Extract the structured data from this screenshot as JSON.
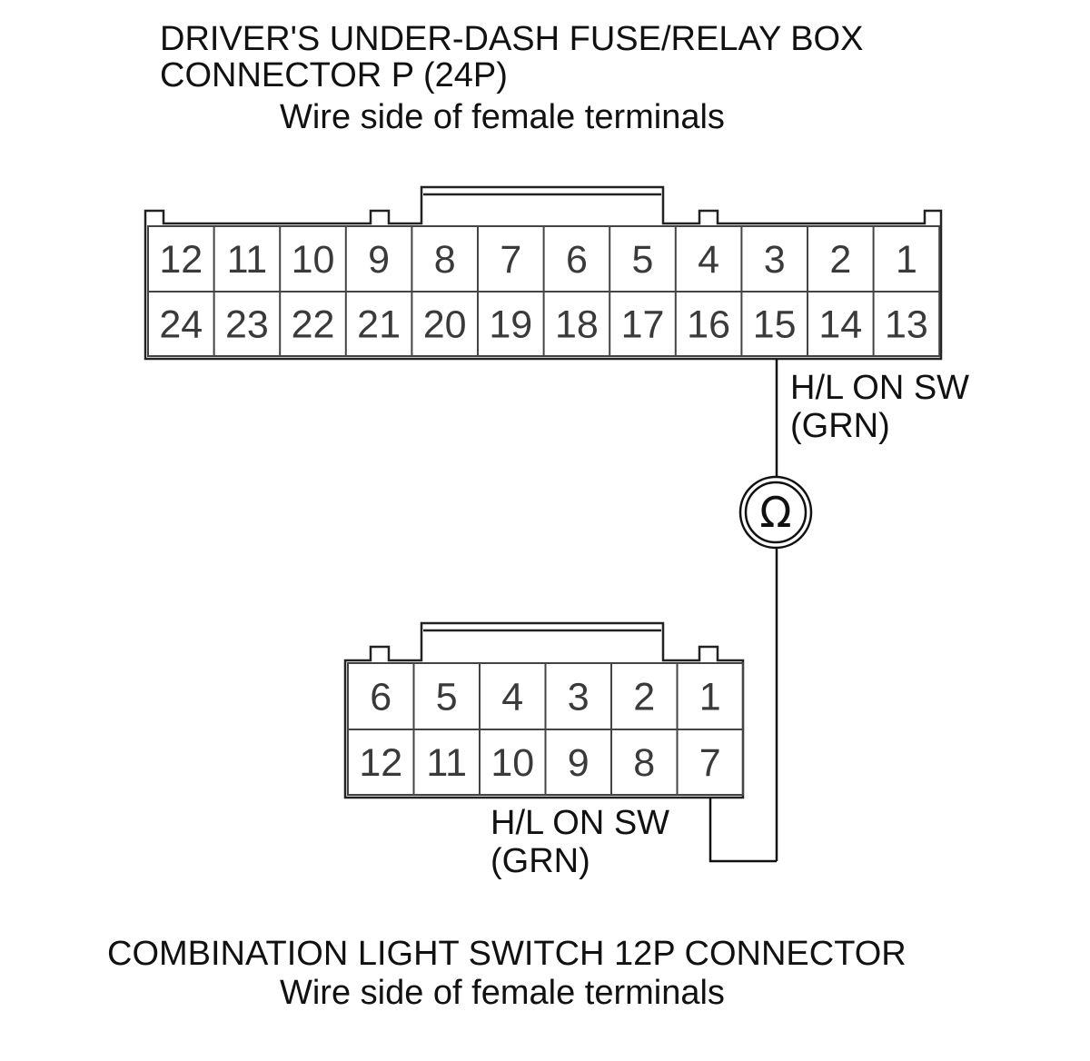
{
  "top_connector": {
    "title_line1": "DRIVER'S UNDER-DASH FUSE/RELAY BOX",
    "title_line2": "CONNECTOR P (24P)",
    "subtitle": "Wire side of female terminals",
    "row1": [
      "12",
      "11",
      "10",
      "9",
      "8",
      "7",
      "6",
      "5",
      "4",
      "3",
      "2",
      "1"
    ],
    "row2": [
      "24",
      "23",
      "22",
      "21",
      "20",
      "19",
      "18",
      "17",
      "16",
      "15",
      "14",
      "13"
    ],
    "wire_label_line1": "H/L ON SW",
    "wire_label_line2": "(GRN)"
  },
  "meter": {
    "symbol": "Ω"
  },
  "bottom_connector": {
    "title": "COMBINATION LIGHT SWITCH 12P CONNECTOR",
    "subtitle": "Wire side of female terminals",
    "row1": [
      "6",
      "5",
      "4",
      "3",
      "2",
      "1"
    ],
    "row2": [
      "12",
      "11",
      "10",
      "9",
      "8",
      "7"
    ],
    "wire_label_line1": "H/L ON SW",
    "wire_label_line2": "(GRN)"
  }
}
